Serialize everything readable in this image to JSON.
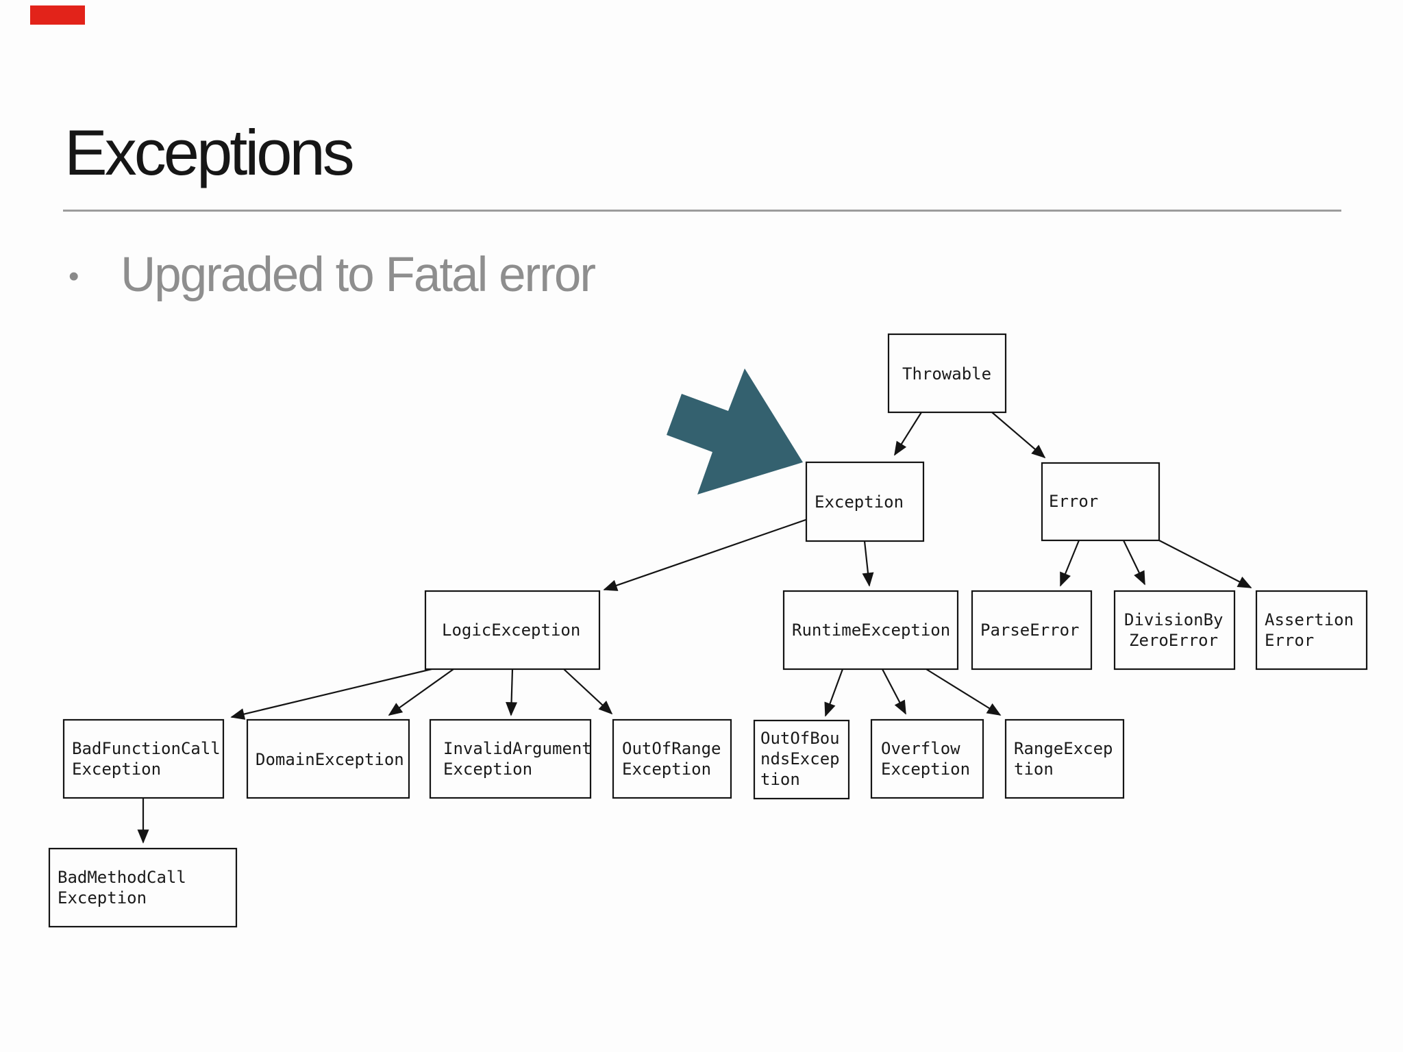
{
  "slide": {
    "title": "Exceptions",
    "bullet": {
      "marker": "•",
      "text": "Upgraded to Fatal error"
    },
    "corner_marker_color": "#e2231a",
    "title_color": "#161616",
    "muted_text_color": "#8e8e8e"
  },
  "diagram": {
    "arrow_color": "#34616f",
    "box_border_color": "#141414",
    "nodes": {
      "throwable": {
        "lines": [
          "Throwable"
        ]
      },
      "exception": {
        "lines": [
          "Exception"
        ]
      },
      "error": {
        "lines": [
          "Error"
        ]
      },
      "logic_exception": {
        "lines": [
          "LogicException"
        ]
      },
      "runtime_exception": {
        "lines": [
          "RuntimeException"
        ]
      },
      "parse_error": {
        "lines": [
          "ParseError"
        ]
      },
      "division_by_zero_error": {
        "lines": [
          "DivisionBy",
          "ZeroError"
        ]
      },
      "assertion_error": {
        "lines": [
          "Assertion",
          "Error"
        ]
      },
      "bad_function_call_exception": {
        "lines": [
          "BadFunctionCall",
          "Exception"
        ]
      },
      "domain_exception": {
        "lines": [
          "DomainException"
        ]
      },
      "invalid_argument_exception": {
        "lines": [
          "InvalidArgument",
          "Exception"
        ]
      },
      "out_of_range_exception": {
        "lines": [
          "OutOfRange",
          "Exception"
        ]
      },
      "out_of_bounds_exception": {
        "lines": [
          "OutOfBou",
          "ndsExcep",
          "tion"
        ]
      },
      "overflow_exception": {
        "lines": [
          "Overflow",
          "Exception"
        ]
      },
      "range_exception": {
        "lines": [
          "RangeExcep",
          "tion"
        ]
      },
      "bad_method_call_exception": {
        "lines": [
          "BadMethodCall",
          "Exception"
        ]
      }
    }
  }
}
